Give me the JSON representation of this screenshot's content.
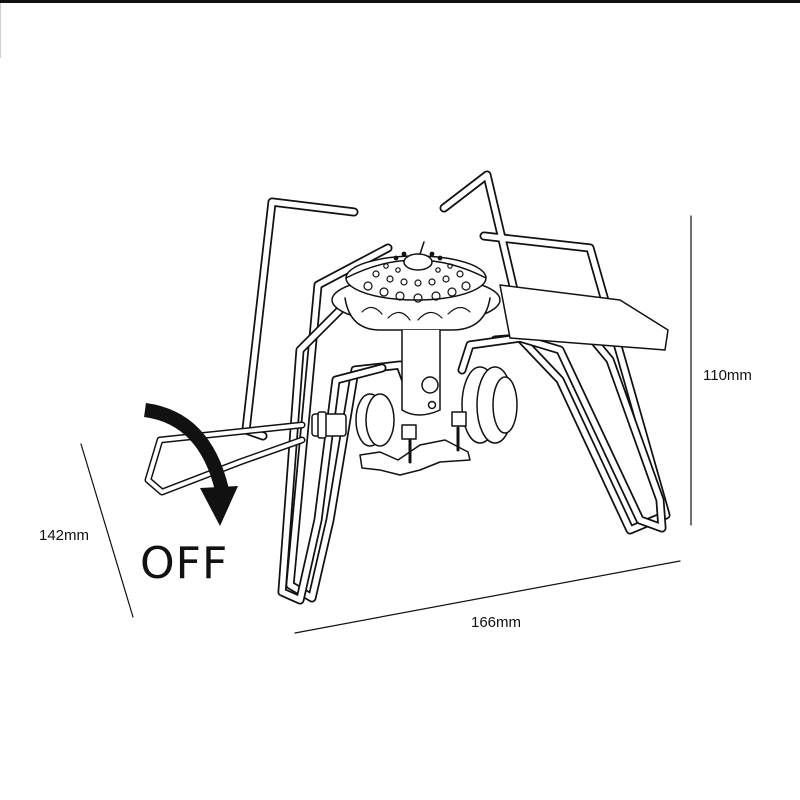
{
  "diagram": {
    "subject": "folding camping gas stove",
    "dimensions": {
      "height": "110mm",
      "depth": "142mm",
      "width": "166mm"
    },
    "instruction": {
      "label": "OFF",
      "arrow": "clockwise-arrow"
    },
    "colors": {
      "line": "#111111",
      "background": "#ffffff"
    }
  }
}
